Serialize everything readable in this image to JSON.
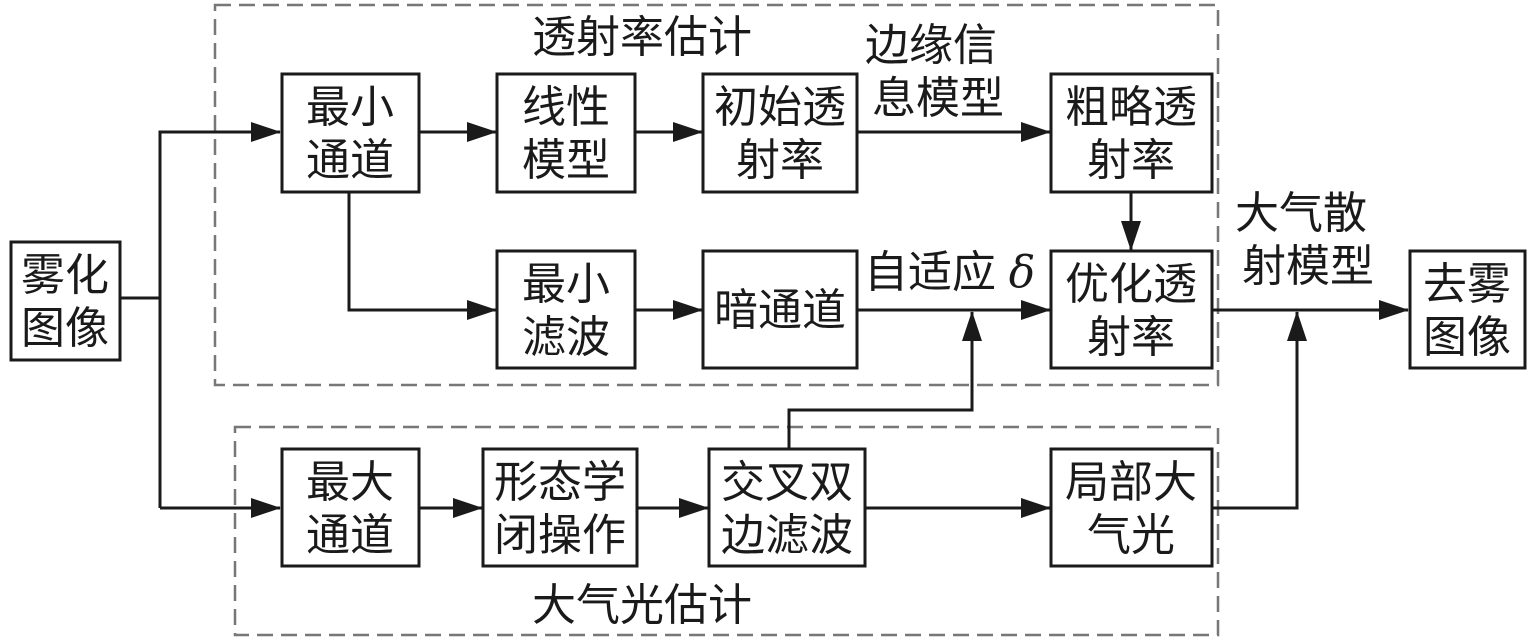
{
  "groups": {
    "transmittance": "透射率估计",
    "airlight": "大气光估计"
  },
  "nodes": {
    "input": [
      "雾化",
      "图像"
    ],
    "min_channel": [
      "最小",
      "通道"
    ],
    "linear_model": [
      "线性",
      "模型"
    ],
    "initial_trans": [
      "初始透",
      "射率"
    ],
    "rough_trans": [
      "粗略透",
      "射率"
    ],
    "min_filter": [
      "最小",
      "滤波"
    ],
    "dark_channel": [
      "暗通道"
    ],
    "opt_trans": [
      "优化透",
      "射率"
    ],
    "output": [
      "去雾",
      "图像"
    ],
    "max_channel": [
      "最大",
      "通道"
    ],
    "morph_close": [
      "形态学",
      "闭操作"
    ],
    "cross_bilateral": [
      "交叉双",
      "边滤波"
    ],
    "local_airlight": [
      "局部大",
      "气光"
    ]
  },
  "edge_labels": {
    "edge_info": [
      "边缘信",
      "息模型"
    ],
    "adaptive": "自适应",
    "delta": "δ",
    "scatter_model": [
      "大气散",
      "射模型"
    ]
  }
}
